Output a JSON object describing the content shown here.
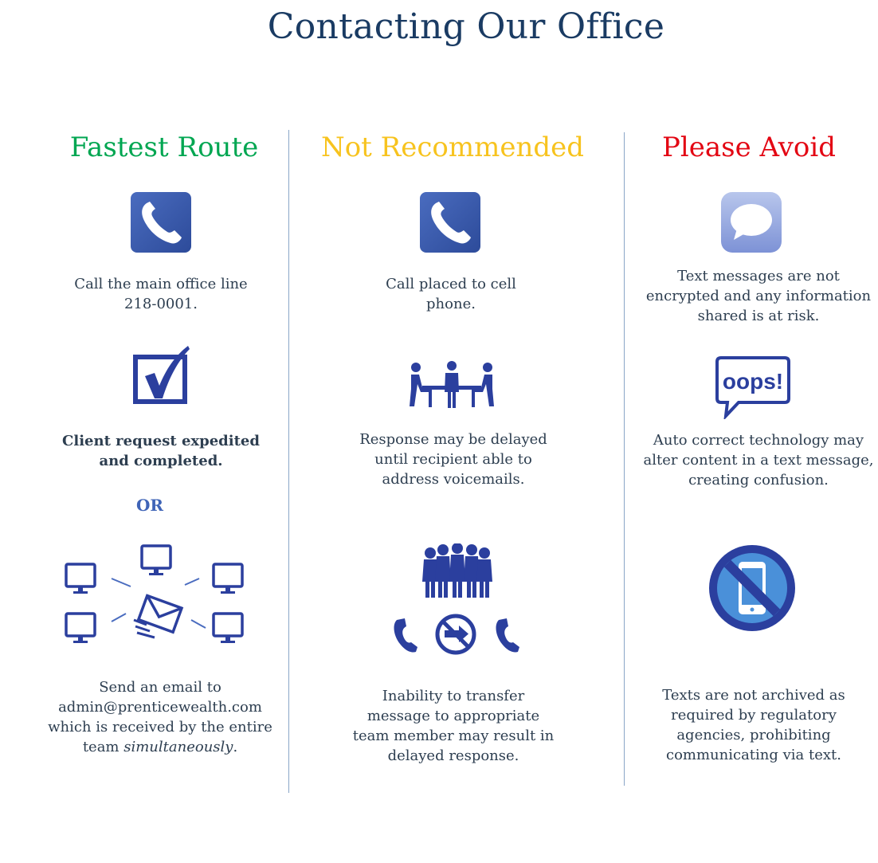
{
  "title": "Contacting Our Office",
  "columns": [
    {
      "heading": "Fastest Route",
      "heading_color": "#00a651",
      "items": [
        {
          "icon": "phone-icon",
          "lines": [
            "Call the main  office line",
            "218-0001."
          ]
        },
        {
          "icon": "checkbox-icon",
          "lines": [
            "Client request expedited",
            "and  completed."
          ]
        },
        {
          "or": "OR"
        },
        {
          "icon": "email-network-icon",
          "lines": [
            "Send an email to",
            "admin@prenticewealth.com",
            "which is received by the entire"
          ],
          "last_prefix": "team ",
          "last_emph": "simultaneously",
          "last_suffix": "."
        }
      ]
    },
    {
      "heading": "Not Recommended",
      "heading_color": "#f7c31e",
      "items": [
        {
          "icon": "phone-icon",
          "lines": [
            "Call placed to cell",
            "phone."
          ]
        },
        {
          "icon": "meeting-icon",
          "lines": [
            "Response  may be delayed",
            "until recipient able to",
            "address voicemails."
          ]
        },
        {
          "icon": "team-no-transfer-icon",
          "lines": [
            "Inability to transfer",
            "message to appropriate",
            "team member may result in",
            "delayed response."
          ]
        }
      ]
    },
    {
      "heading": "Please Avoid",
      "heading_color": "#e30613",
      "items": [
        {
          "icon": "speech-bubble-icon",
          "lines": [
            "Text messages are not",
            "encrypted and  any information",
            "shared is at risk."
          ]
        },
        {
          "icon": "oops-bubble-icon",
          "lines": [
            "Auto correct technology may",
            "alter content in a text message,",
            "creating confusion."
          ]
        },
        {
          "icon": "no-phone-icon",
          "lines": [
            "Texts are not archived as",
            "required by regulatory",
            "agencies,  prohibiting",
            "communicating via text."
          ]
        }
      ]
    }
  ],
  "colors": {
    "title": "#1a3b63",
    "icon_blue": "#2b3f9e",
    "divider": "#8aa6c7"
  }
}
